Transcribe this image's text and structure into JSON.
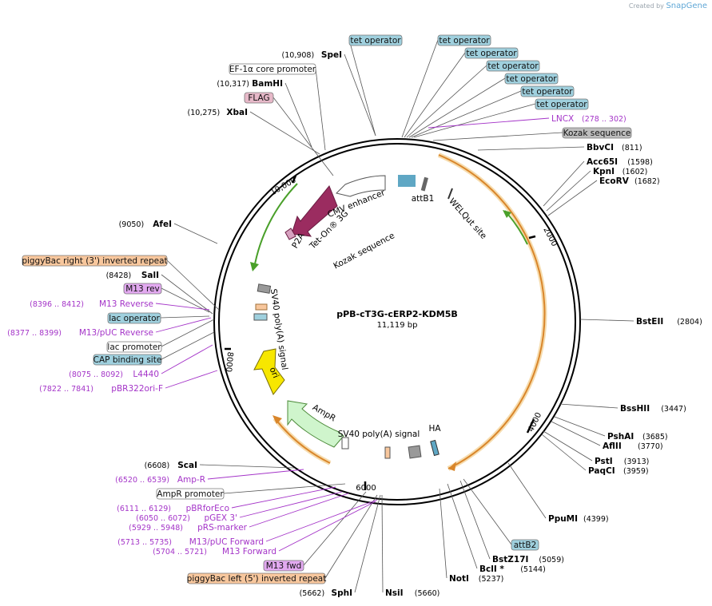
{
  "credit": {
    "prefix": "Created by",
    "brand": "SnapGene"
  },
  "plasmid": {
    "name": "pPB-cT3G-cERP2-KDM5B",
    "size": "11,119 bp"
  },
  "ticks": [
    "2000",
    "4000",
    "6000",
    "8000",
    "10,000"
  ],
  "boxed_labels": [
    {
      "text": "tet operator",
      "fill": "#9fd0de"
    },
    {
      "text": "tet operator",
      "fill": "#9fd0de"
    },
    {
      "text": "tet operator",
      "fill": "#9fd0de"
    },
    {
      "text": "tet operator",
      "fill": "#9fd0de"
    },
    {
      "text": "tet operator",
      "fill": "#9fd0de"
    },
    {
      "text": "tet operator",
      "fill": "#9fd0de"
    },
    {
      "text": "tet operator",
      "fill": "#9fd0de"
    },
    {
      "text": "EF-1α core promoter",
      "fill": "#ffffff"
    },
    {
      "text": "FLAG",
      "fill": "#e6b8c8"
    },
    {
      "text": "Kozak sequence",
      "fill": "#bdbdbd"
    },
    {
      "text": "piggyBac right (3') inverted repeat",
      "fill": "#f8c79d"
    },
    {
      "text": "M13 rev",
      "fill": "#e2a9f0"
    },
    {
      "text": "lac operator",
      "fill": "#9fd0de"
    },
    {
      "text": "lac promoter",
      "fill": "#ffffff"
    },
    {
      "text": "CAP binding site",
      "fill": "#9fd0de"
    },
    {
      "text": "AmpR promoter",
      "fill": "#ffffff"
    },
    {
      "text": "M13 fwd",
      "fill": "#e2a9f0"
    },
    {
      "text": "piggyBac left (5') inverted repeat",
      "fill": "#f8c79d"
    },
    {
      "text": "attB2",
      "fill": "#9fd0de"
    }
  ],
  "sites": [
    {
      "name": "SpeI",
      "pos": "(10,908)"
    },
    {
      "name": "BamHI",
      "pos": "(10,317)"
    },
    {
      "name": "XbaI",
      "pos": "(10,275)"
    },
    {
      "name": "AfeI",
      "pos": "(9050)"
    },
    {
      "name": "SalI",
      "pos": "(8428)"
    },
    {
      "name": "BbvCI",
      "pos": "(811)"
    },
    {
      "name": "Acc65I",
      "pos": "(1598)"
    },
    {
      "name": "KpnI",
      "pos": "(1602)"
    },
    {
      "name": "EcoRV",
      "pos": "(1682)"
    },
    {
      "name": "BstEII",
      "pos": "(2804)"
    },
    {
      "name": "BssHII",
      "pos": "(3447)"
    },
    {
      "name": "PshAI",
      "pos": "(3685)"
    },
    {
      "name": "AflII",
      "pos": "(3770)"
    },
    {
      "name": "PstI",
      "pos": "(3913)"
    },
    {
      "name": "PaqCI",
      "pos": "(3959)"
    },
    {
      "name": "PpuMI",
      "pos": "(4399)"
    },
    {
      "name": "BstZ17I",
      "pos": "(5059)"
    },
    {
      "name": "BclI *",
      "pos": "(5144)"
    },
    {
      "name": "NotI",
      "pos": "(5237)"
    },
    {
      "name": "ScaI",
      "pos": "(6608)"
    },
    {
      "name": "SphI",
      "pos": "(5662)"
    },
    {
      "name": "NsiI",
      "pos": "(5660)"
    }
  ],
  "primers": [
    {
      "name": "LNCX",
      "pos": "(278 .. 302)"
    },
    {
      "name": "M13 Reverse",
      "pos": "(8396 .. 8412)"
    },
    {
      "name": "M13/pUC Reverse",
      "pos": "(8377 .. 8399)"
    },
    {
      "name": "L4440",
      "pos": "(8075 .. 8092)"
    },
    {
      "name": "pBR322ori-F",
      "pos": "(7822 .. 7841)"
    },
    {
      "name": "Amp-R",
      "pos": "(6520 .. 6539)"
    },
    {
      "name": "pBRforEco",
      "pos": "(6111 .. 6129)"
    },
    {
      "name": "pGEX 3'",
      "pos": "(6050 .. 6072)"
    },
    {
      "name": "pRS-marker",
      "pos": "(5929 .. 5948)"
    },
    {
      "name": "M13/pUC Forward",
      "pos": "(5713 .. 5735)"
    },
    {
      "name": "M13 Forward",
      "pos": "(5704 .. 5721)"
    }
  ],
  "inner_labels": [
    "CMV enhancer",
    "Tet-On® 3G",
    "P2A",
    "Kozak sequence",
    "attB1",
    "WELQut site",
    "SV40 poly(A) signal",
    "ori",
    "AmpR",
    "SV40 poly(A) signal",
    "HA"
  ],
  "colors": {
    "primer": "#a434c8",
    "orf_yellow": "#f7e700",
    "ampr": "#cff5cc",
    "tet3g": "#9b2c60",
    "orange_arc": "#d9862b",
    "green_arc": "#4aa02a"
  }
}
